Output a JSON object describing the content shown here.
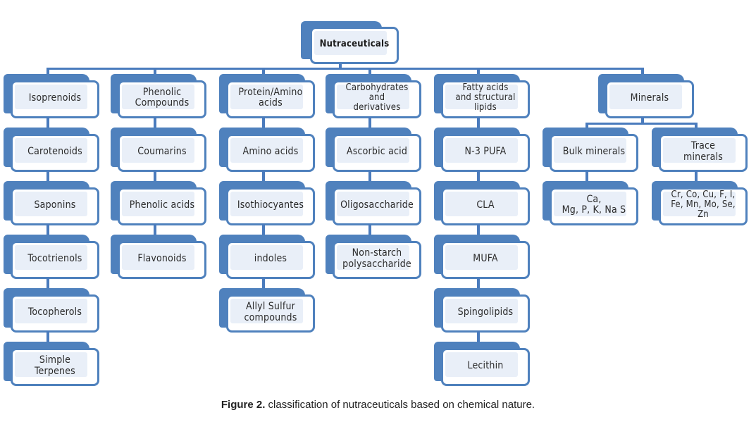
{
  "figure": {
    "root": "Nutraceuticals",
    "columns": [
      {
        "category": "Isoprenoids",
        "items": [
          "Carotenoids",
          "Saponins",
          "Tocotrienols",
          "Tocopherols",
          "Simple\nTerpenes"
        ]
      },
      {
        "category": "Phenolic\nCompounds",
        "items": [
          "Coumarins",
          "Phenolic acids",
          "Flavonoids"
        ]
      },
      {
        "category": "Protein/Amino\nacids",
        "items": [
          "Amino acids",
          "Isothiocyantes",
          "indoles",
          "Allyl Sulfur\ncompounds"
        ]
      },
      {
        "category": "Carbohydrates\nand\nderivatives",
        "items": [
          "Ascorbic acid",
          "Oligosaccharide",
          "Non-starch\npolysaccharide"
        ]
      },
      {
        "category": "Fatty acids\nand structural\nlipids",
        "items": [
          "N-3 PUFA",
          "CLA",
          "MUFA",
          "Spingolipids",
          "Lecithin"
        ]
      },
      {
        "category": "Minerals",
        "subgroups": [
          {
            "name": "Bulk minerals",
            "members": "Ca,\nMg, P, K, Na S"
          },
          {
            "name": "Trace\nminerals",
            "members": "Cr, Co, Cu, F, I,\nFe, Mn, Mo, Se,\nZn"
          }
        ]
      }
    ],
    "caption_label": "Figure 2.",
    "caption_text": " classification of nutraceuticals based on chemical nature."
  },
  "colors": {
    "box_border": "#4f81bd",
    "box_fill": "#e9eff8",
    "connector": "#4a7bbd"
  }
}
